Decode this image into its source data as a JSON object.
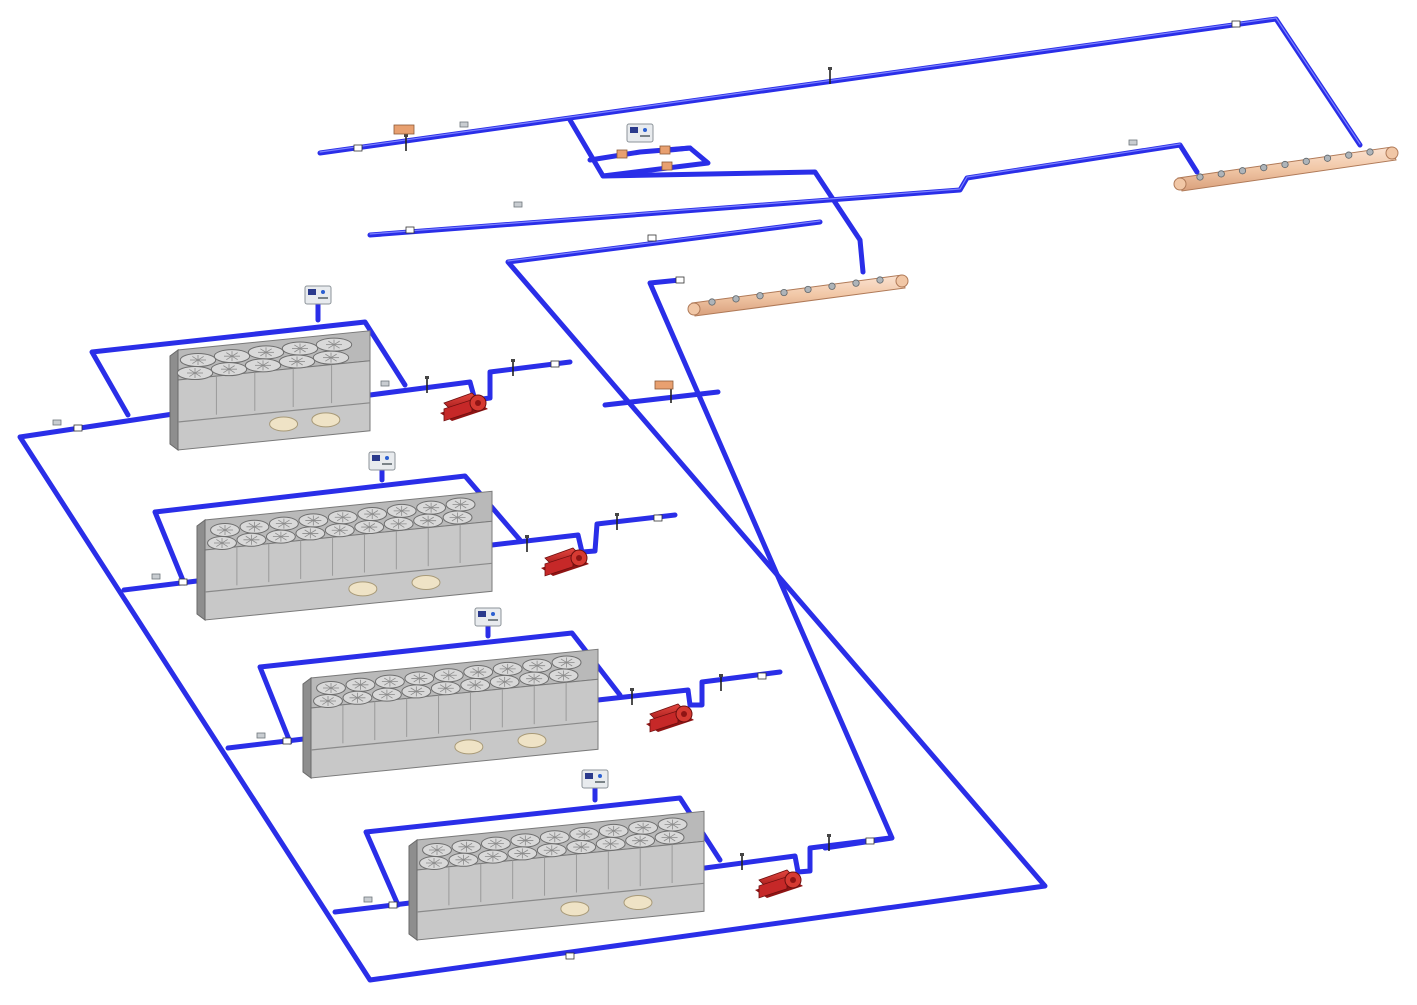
{
  "diagram": {
    "chillers": [
      {
        "id": "chiller-1",
        "fan_rows": 2,
        "fan_cols": 5
      },
      {
        "id": "chiller-2",
        "fan_rows": 2,
        "fan_cols": 9
      },
      {
        "id": "chiller-3",
        "fan_rows": 2,
        "fan_cols": 9
      },
      {
        "id": "chiller-4",
        "fan_rows": 2,
        "fan_cols": 9
      }
    ],
    "pumps": [
      {
        "id": "pump-1",
        "serves": "chiller-1"
      },
      {
        "id": "pump-2",
        "serves": "chiller-2"
      },
      {
        "id": "pump-3",
        "serves": "chiller-3"
      },
      {
        "id": "pump-4",
        "serves": "chiller-4"
      }
    ],
    "manifolds": [
      {
        "id": "manifold-supply",
        "ports": 8
      },
      {
        "id": "manifold-return",
        "ports": 9
      }
    ],
    "controllers": 5,
    "colors": {
      "pipe": "#2a2ee8",
      "pipe_highlight": "#7c82ff",
      "chiller_body": "#c8c8c8",
      "chiller_dark": "#8e8e8e",
      "fan": "#d9d9d9",
      "pump": "#c62828",
      "manifold": "#f1c7a6",
      "controller": "#e6e9ec"
    }
  }
}
